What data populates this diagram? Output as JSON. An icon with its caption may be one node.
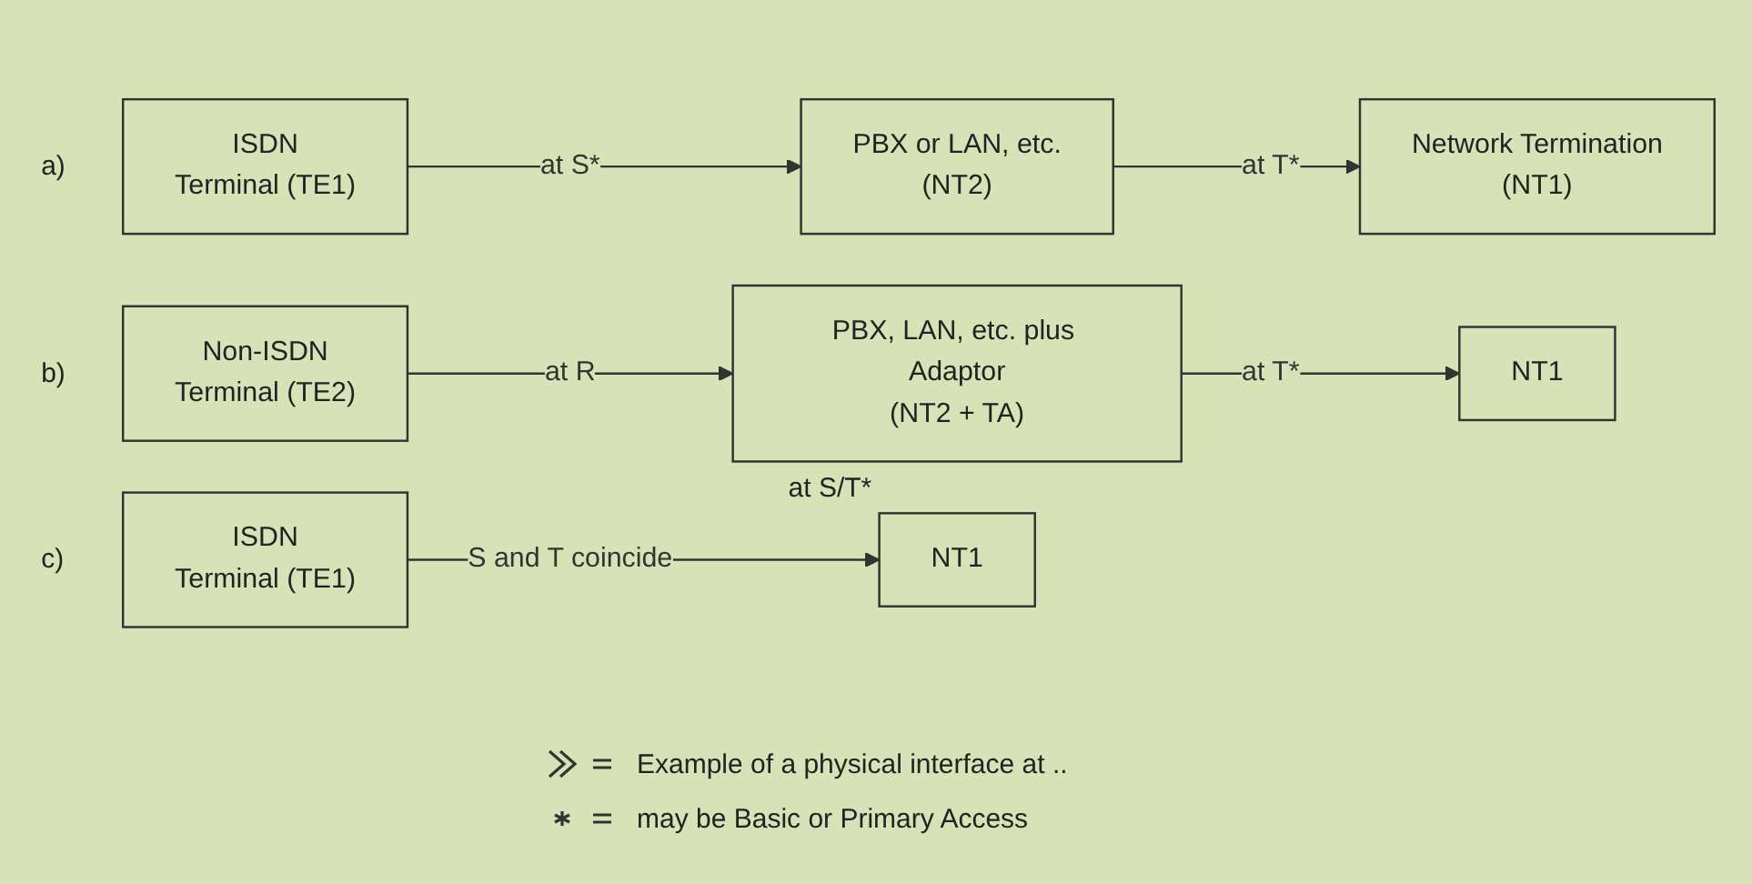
{
  "diagram": {
    "nodes": [
      {
        "text": [
          "ISDN",
          "Terminal (TE1)"
        ]
      },
      {
        "text": [
          "PBX or LAN, etc.",
          "(NT2)"
        ]
      },
      {
        "text": [
          "Network Termination",
          "(NT1)"
        ]
      },
      {
        "text": [
          "Non-ISDN",
          "Terminal (TE2)"
        ]
      },
      {
        "text": [
          "PBX, LAN, etc. plus Adaptor",
          "(NT2 + TA)"
        ]
      },
      {
        "text": [
          "NT1"
        ]
      },
      {
        "text": [
          "ISDN",
          "Terminal (TE1)"
        ]
      },
      {
        "text": [
          "NT1"
        ]
      }
    ],
    "edges": [
      {
        "from": 0,
        "to": 1,
        "arrow": "to",
        "label": "at S*"
      },
      {
        "from": 1,
        "to": 2,
        "arrow": "to",
        "label": "at T*"
      },
      {
        "from": 3,
        "to": 4,
        "arrow": "to",
        "label": "at R"
      },
      {
        "from": 4,
        "to": 5,
        "arrow": "to",
        "label": "at T*"
      },
      {
        "from": 6,
        "to": 7,
        "arrow": "to",
        "label": "S and T coincide"
      }
    ],
    "labels": [
      "a)",
      "b)",
      "c)",
      "at S/T*"
    ],
    "legend": [
      {
        "text": "Example of a physical interface at .."
      },
      {
        "text": "may be Basic or Primary Access"
      }
    ]
  }
}
